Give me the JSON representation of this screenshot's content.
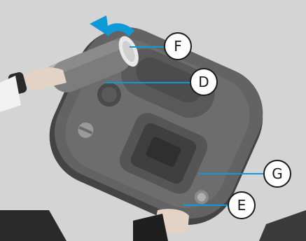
{
  "colors": {
    "leader_line": "#0d9ad7",
    "arrow": "#0d9ad7",
    "callout_border": "#1b1b1b",
    "callout_fill": "#ffffff",
    "device_body": "#5d5d5d",
    "background": "#d6d6d6"
  },
  "callouts": {
    "f": "F",
    "d": "D",
    "g": "G",
    "e": "E"
  },
  "icons": {
    "rotate_arrow": "curved-arrow-icon"
  }
}
